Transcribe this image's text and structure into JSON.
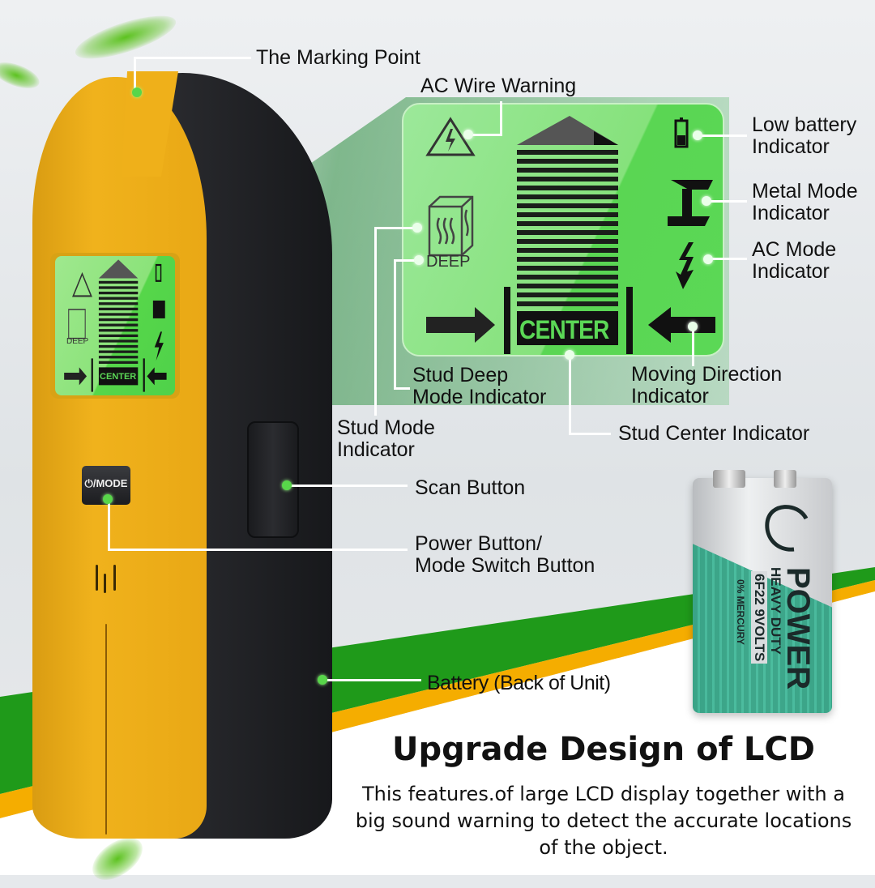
{
  "callouts": {
    "marking_point": "The Marking Point",
    "ac_wire_warning": "AC Wire Warning",
    "low_battery": [
      "Low battery",
      "Indicator"
    ],
    "metal_mode": [
      "Metal Mode",
      "Indicator"
    ],
    "ac_mode": [
      "AC Mode",
      "Indicator"
    ],
    "stud_deep": [
      "Stud Deep",
      "Mode Indicator"
    ],
    "stud_mode": [
      "Stud Mode",
      "Indicator"
    ],
    "moving_direction": [
      "Moving Direction",
      "Indicator"
    ],
    "stud_center": "Stud Center Indicator",
    "scan_button": "Scan Button",
    "power_button": [
      "Power Button/",
      "Mode Switch Button"
    ],
    "battery_back": "Battery (Back of Unit)"
  },
  "lcd": {
    "deep_label": "DEEP",
    "center_label": "CENTER",
    "icons": [
      "warning-triangle-icon",
      "low-battery-icon",
      "metal-beam-icon",
      "lightning-icon",
      "stud-box-icon",
      "arrow-right-icon",
      "arrow-left-icon"
    ]
  },
  "device": {
    "mode_button_label": "⏻/MODE"
  },
  "battery": {
    "brand": "POWER",
    "line1": "HEAVY DUTY",
    "line2": "6F22 9VOLTS",
    "line3": "0% MERCURY"
  },
  "footer": {
    "headline": "Upgrade Design of LCD",
    "description": "This features.of large LCD display together with a big sound warning to detect the accurate locations of the object."
  },
  "colors": {
    "device_yellow": "#f0b21c",
    "device_black": "#1f2023",
    "lcd_green": "#5bd856",
    "stripe_green": "#1f9a1a",
    "stripe_orange": "#f5ad00"
  }
}
